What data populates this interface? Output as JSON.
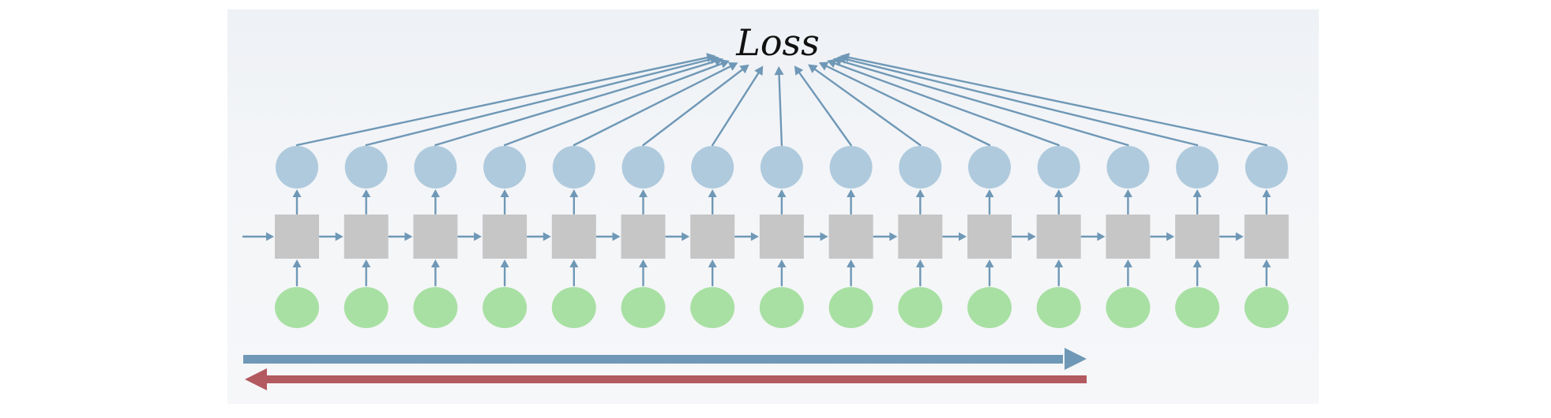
{
  "diagram": {
    "loss_label": "Loss",
    "timesteps": 15,
    "colors": {
      "output_node": "#afcadd",
      "hidden_node": "#c6c6c6",
      "input_node": "#a8e0a3",
      "connector": "#6f98b6",
      "forward_arrow": "#6f98b6",
      "backward_arrow": "#b25a60",
      "background": "#f2f4f7"
    },
    "legend_arrows": [
      {
        "direction": "forward",
        "name": "forward-pass-arrow"
      },
      {
        "direction": "backward",
        "name": "backward-pass-arrow"
      }
    ]
  }
}
